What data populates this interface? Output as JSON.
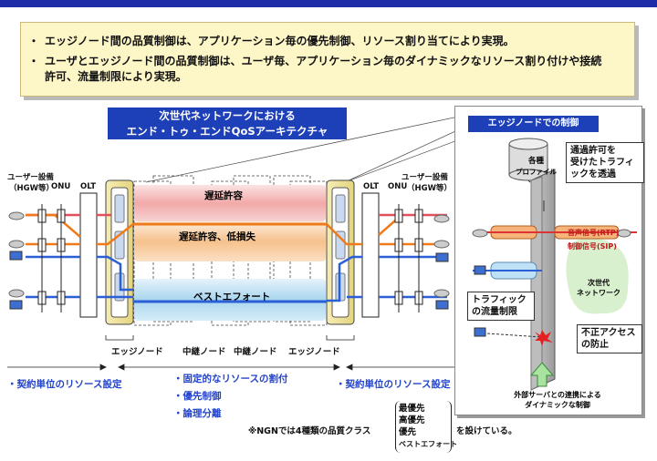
{
  "summary": {
    "bullet_mark": "・",
    "line1": "エッジノード間の品質制御は、アプリケーション毎の優先制御、リソース割り当てにより実現。",
    "line2a": "ユーザとエッジノード間の品質制御は、ユーザ毎、アプリケーション毎のダイナミックなリソース割り付けや接続",
    "line2b": "許可、流量制限により実現。"
  },
  "banner": {
    "line1": "次世代ネットワークにおける",
    "line2": "エンド・トゥ・エンドQoSアーキテクチャ"
  },
  "left_side": {
    "user_equipment": "ユーザー設備",
    "hgw": "（HGW等）",
    "onu": "ONU",
    "olt": "OLT"
  },
  "right_side": {
    "user_equipment": "ユーザー設備",
    "hgw": "（HGW等）",
    "onu": "ONU",
    "olt": "OLT"
  },
  "pipes": {
    "delay_ok": "遅延許容",
    "delay_ok_low_loss": "遅延許容、低損失",
    "best_effort": "ベストエフォート"
  },
  "nodes": {
    "edge_left": "エッジノード",
    "relay_left": "中継ノード",
    "relay_right": "中継ノード",
    "edge_right": "エッジノード"
  },
  "bottom": {
    "left": "・契約単位のリソース設定",
    "right": "・契約単位のリソース設定",
    "mid1": "・固定的なリソースの割付",
    "mid2": "・優先制御",
    "mid3": "・論理分離"
  },
  "classes": {
    "prefix": "※NGNでは4種類の品質クラス",
    "items": [
      "最優先",
      "高優先",
      "優先",
      "ベストエフォート"
    ],
    "suffix": "を設けている。"
  },
  "edge_panel": {
    "title": "エッジノードでの制御",
    "profile_line1": "各種",
    "profile_line2": "プロファイル",
    "callout_pass_1": "通過許可を",
    "callout_pass_2": "受けたトラフィ",
    "callout_pass_3": "ックを透過",
    "voice": "音声信号(RTP)",
    "control": "制御信号(SIP)",
    "ngn_1": "次世代",
    "ngn_2": "ネットワーク",
    "flow_1": "トラフィック",
    "flow_2": "の流量制限",
    "unauth_1": "不正アクセス",
    "unauth_2": "の防止",
    "caption_1": "外部サーバとの連携による",
    "caption_2": "ダイナミックな制御"
  },
  "colors": {
    "header_blue": "#1d3fb8",
    "summary_bg": "#fdf6c6",
    "orange_line": "#f07a1a",
    "blue_line": "#2a5fd6",
    "bottom_text_blue": "#2244cc"
  }
}
